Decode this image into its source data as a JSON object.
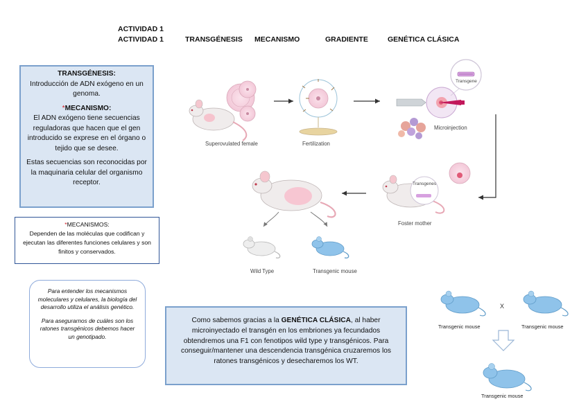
{
  "header": {
    "actividad_1": "ACTIVIDAD 1",
    "actividad_2": "ACTIVIDAD 1",
    "tabs": [
      "TRANSGÉNESIS",
      "MECANISMO",
      "GRADIENTE",
      "GENÉTICA CLÁSICA"
    ]
  },
  "transgenesis_box": {
    "title": "TRANSGÉNESIS:",
    "definition": "Introducción de ADN exógeno en un genoma.",
    "mecanismo_star": "*",
    "mecanismo_title": "MECANISMO:",
    "mecanismo_text": "El ADN exógeno tiene secuencias reguladoras que hacen que el gen introducido se exprese en el órgano o tejido que se desee.",
    "recognition_text": "Estas secuencias son reconocidas por la maquinaria celular del organismo receptor."
  },
  "mecanismos_box": {
    "star": "*",
    "title": "MECANISMOS:",
    "text": "Dependen de las moléculas que codifican y ejecutan las diferentes funciones celulares y son finitos y conservados."
  },
  "genetic_analysis_box": {
    "paragraph_1": "Para entender los mecanismos moleculares y celulares, la biología del desarrollo utiliza el análisis genético.",
    "paragraph_2": "Para asegurarnos de cuáles son los ratones transgénicos debemos hacer un genotipado."
  },
  "classical_genetics_box": {
    "text_before": "Como sabemos gracias a la ",
    "bold_term": "GENÉTICA CLÁSICA",
    "text_after": ", al haber microinyectado el transgén en los embriones ya fecundados obtendremos una F1 con fenotipos wild type y transgénicos. Para conseguir/mantener una descendencia transgénica cruzaremos los ratones transgénicos y desecharemos los WT."
  },
  "diagram": {
    "superovulated_female": "Superovulated female",
    "fertilization": "Fertilization",
    "transgene": "Transgene",
    "microinjection": "Microinjection",
    "transgenes": "Transgenes",
    "foster_mother": "Foster mother",
    "wild_type": "Wild Type",
    "transgenic_mouse": "Transgenic mouse"
  },
  "cross": {
    "left_label": "Transgenic mouse",
    "x_symbol": "X",
    "right_label": "Transgenic mouse",
    "offspring_label": "Transgenic mouse"
  },
  "colors": {
    "box_fill": "#dbe6f3",
    "box_border": "#7aa0cc",
    "star_red": "#d0191f",
    "transgenic_blue": "#8fc3ea",
    "pipette_magenta": "#c2185b"
  }
}
